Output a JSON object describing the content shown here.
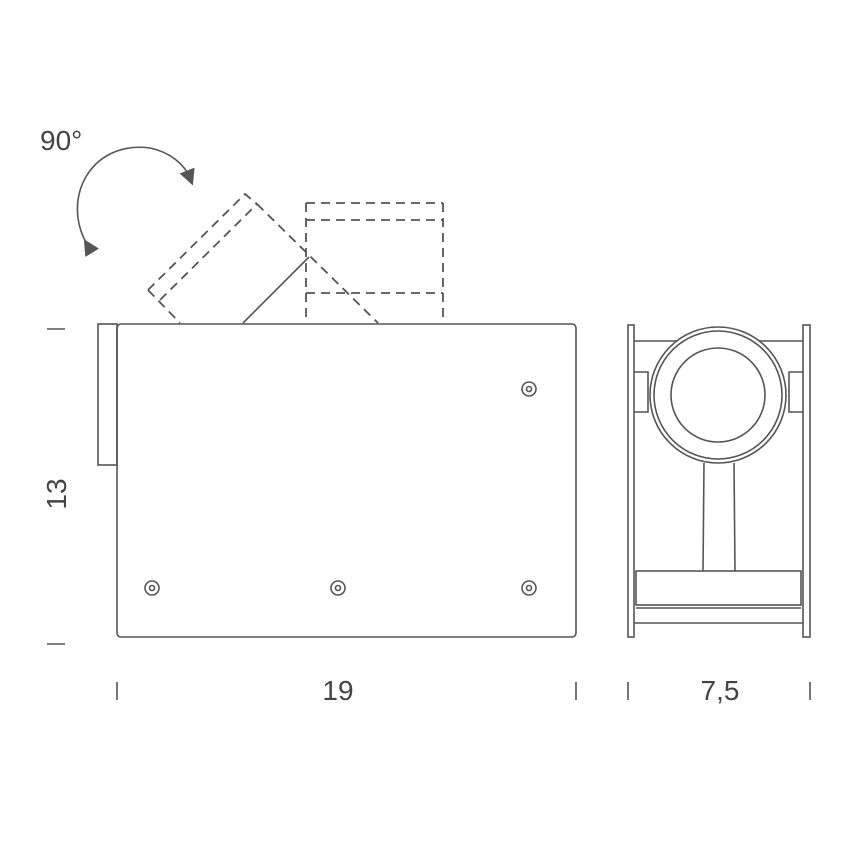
{
  "rotation_label": "90°",
  "dimensions": {
    "height": "13",
    "width": "19",
    "depth": "7,5"
  },
  "colors": {
    "line": "#555555",
    "text": "#444444"
  }
}
